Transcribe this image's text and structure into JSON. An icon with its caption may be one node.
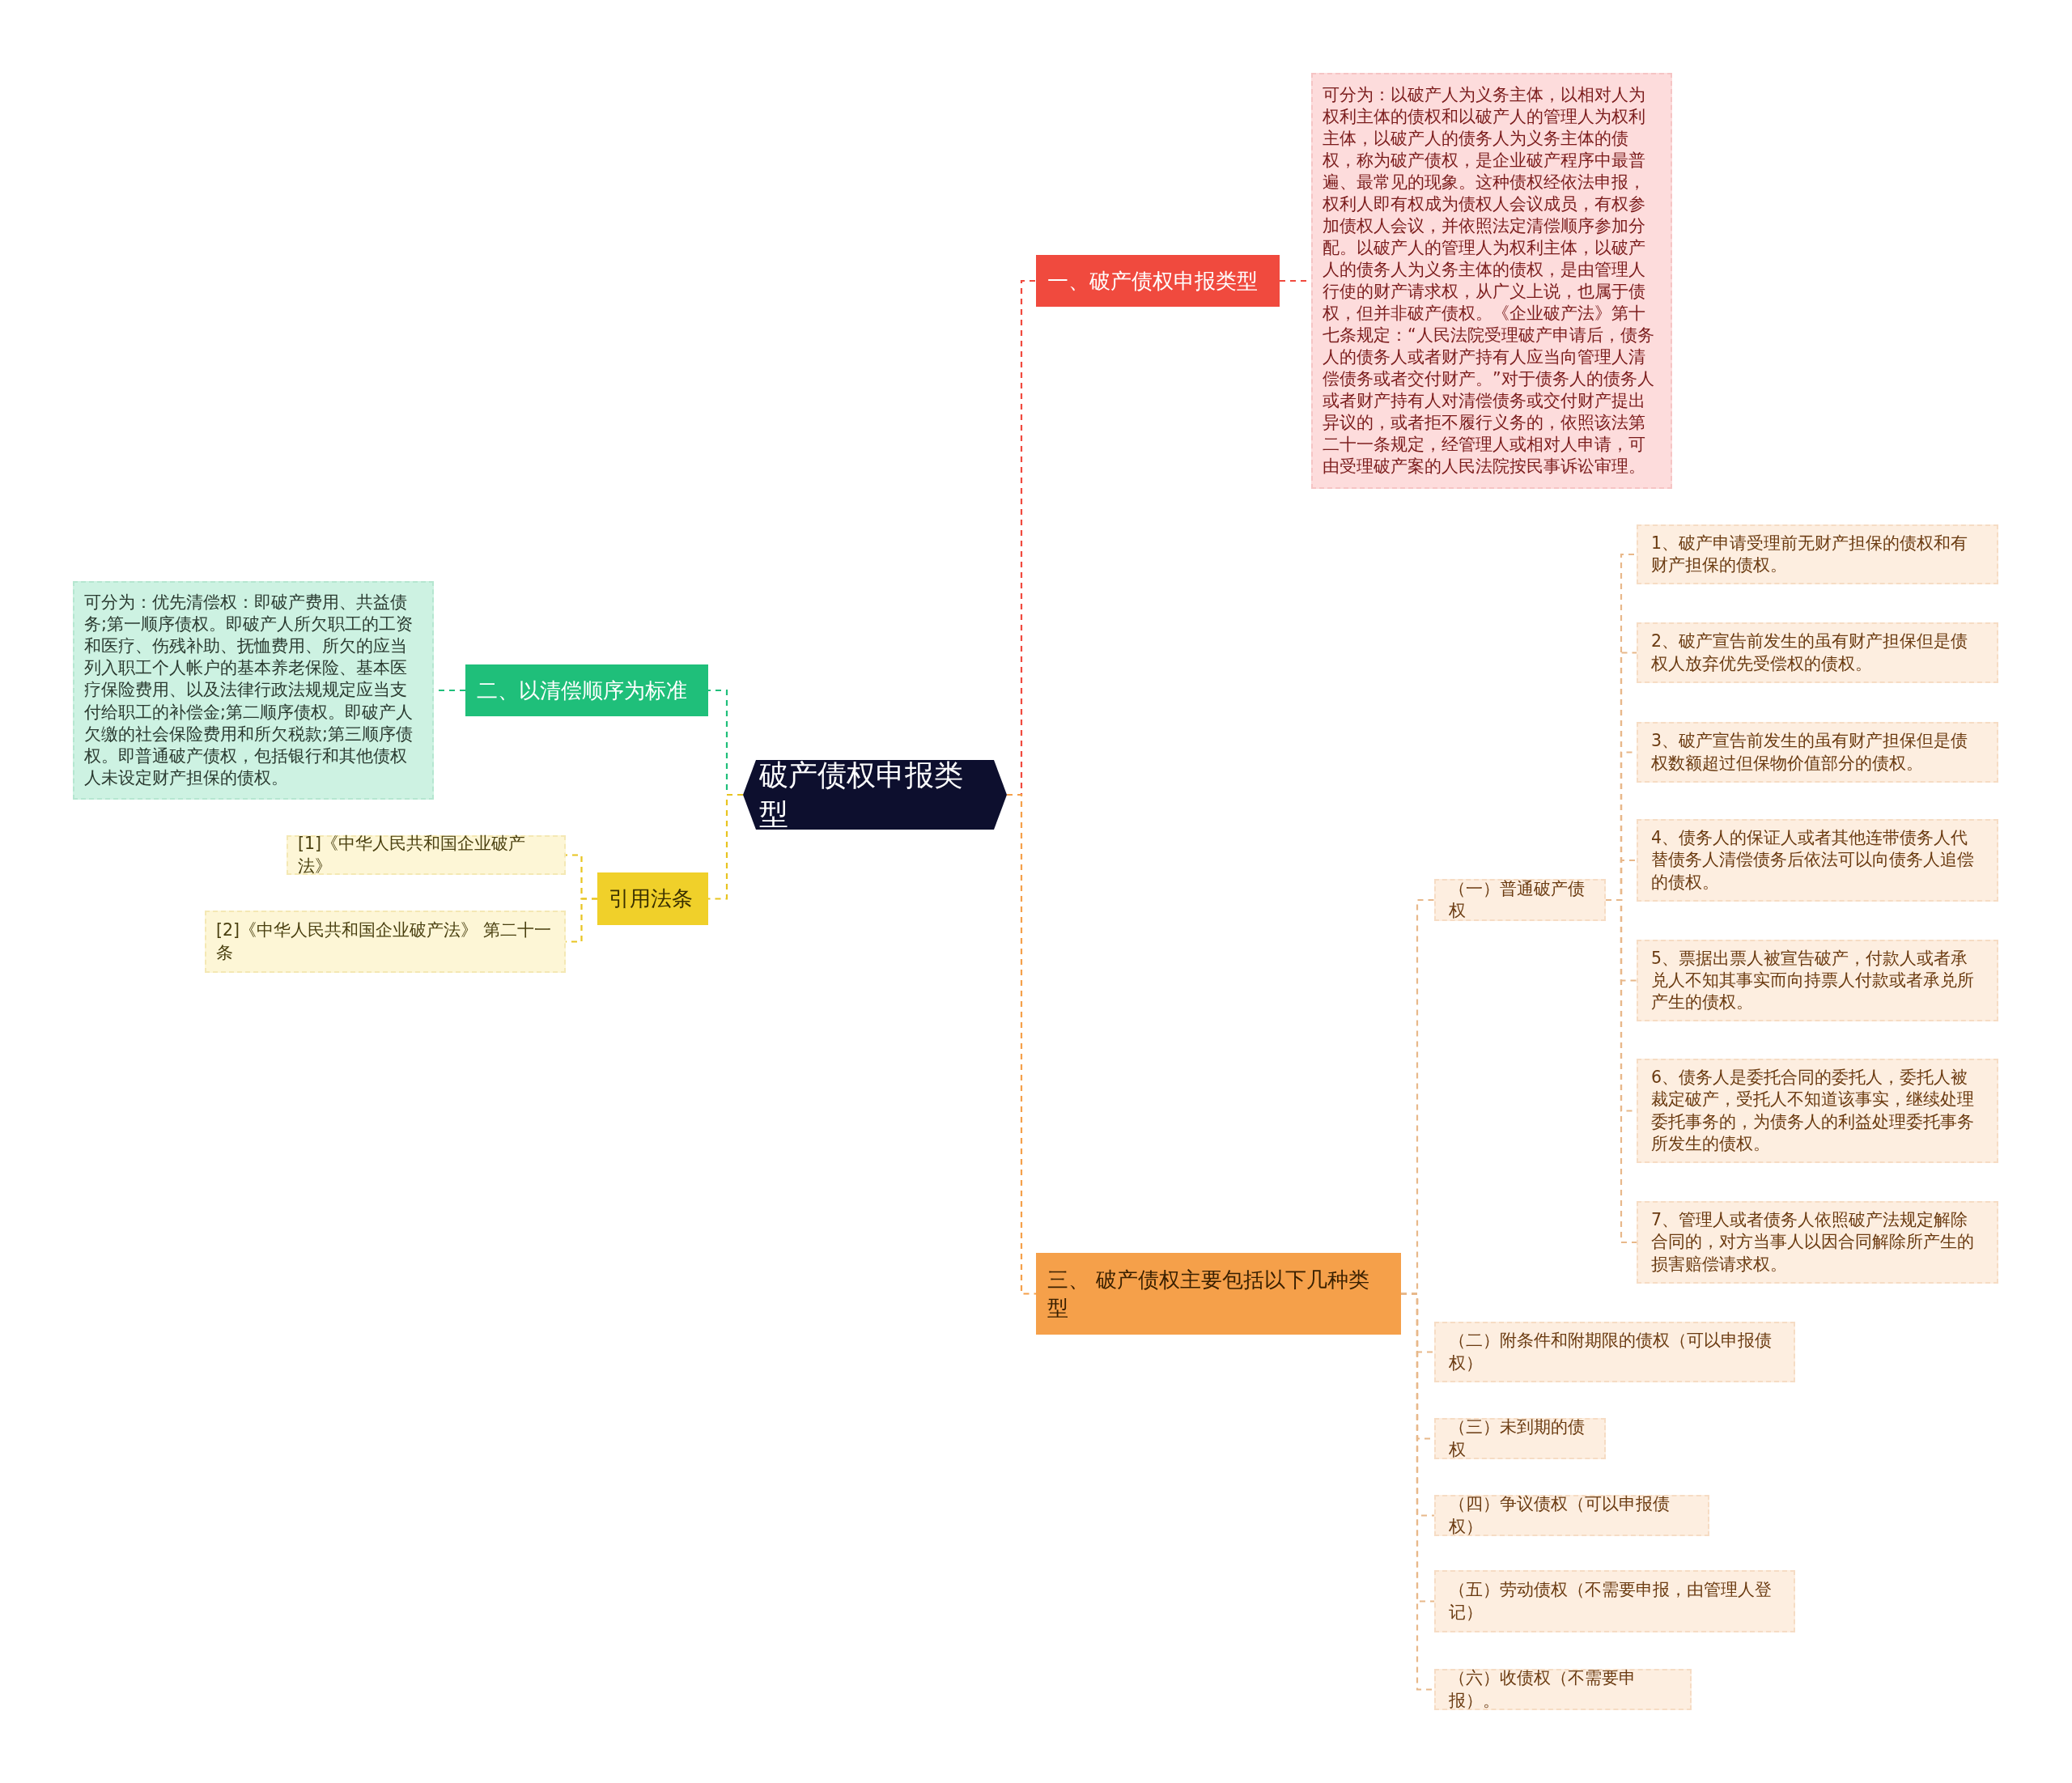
{
  "diagram": {
    "nodes": [
      {
        "text": [
          "破产债权申报类型"
        ]
      },
      {
        "text": [
          "一、破产债权申报类型"
        ]
      },
      {
        "text": [
          "可分为：以破产人为义务主体，以相对人为权利主体的债权和以破产人的管理人为权利主体，以破产人的债务人为义务主体的债权，称为破产债权，是企业破产程序中最普遍、最常见的现象。这种债权经依法申报，权利人即有权成为债权人会议成员，有权参加债权人会议，并依照法定清偿顺序参加分配。以破产人的管理人为权利主体，以破产人的债务人为义务主体的债权，是由管理人行使的财产请求权，从广义上说，也属于债权，但并非破产债权。《企业破产法》第十七条规定：“人民法院受理破产申请后，债务人的债务人或者财产持有人应当向管理人清偿债务或者交付财产。”对于债务人的债务人或者财产持有人对清偿债务或交付财产提出异议的，或者拒不履行义务的，依照该法第二十一条规定，经管理人或相对人申请，可由受理破产案的人民法院按民事诉讼审理。"
        ]
      },
      {
        "text": [
          "二、以清偿顺序为标准"
        ]
      },
      {
        "text": [
          "可分为：优先清偿权：即破产费用、共益债务;第一顺序债权。即破产人所欠职工的工资和医疗、伤残补助、抚恤费用、所欠的应当列入职工个人帐户的基本养老保险、基本医疗保险费用、以及法律行政法规规定应当支付给职工的补偿金;第二顺序债权。即破产人欠缴的社会保险费用和所欠税款;第三顺序债权。即普通破产债权，包括银行和其他债权人未设定财产担保的债权。"
        ]
      },
      {
        "text": [
          "引用法条"
        ]
      },
      {
        "text": [
          "[1]《中华人民共和国企业破产法》"
        ]
      },
      {
        "text": [
          "[2]《中华人民共和国企业破产法》 第二十一条"
        ]
      },
      {
        "text": [
          "三、 破产债权主要包括以下几种类型"
        ]
      },
      {
        "text": [
          "（一）普通破产债权"
        ]
      },
      {
        "text": [
          "1、破产申请受理前无财产担保的债权和有财产担保的债权。"
        ]
      },
      {
        "text": [
          "2、破产宣告前发生的虽有财产担保但是债权人放弃优先受偿权的债权。"
        ]
      },
      {
        "text": [
          "3、破产宣告前发生的虽有财产担保但是债权数额超过但保物价值部分的债权。"
        ]
      },
      {
        "text": [
          "4、债务人的保证人或者其他连带债务人代替债务人清偿债务后依法可以向债务人追偿的债权。"
        ]
      },
      {
        "text": [
          "5、票据出票人被宣告破产，付款人或者承兑人不知其事实而向持票人付款或者承兑所产生的债权。"
        ]
      },
      {
        "text": [
          "6、债务人是委托合同的委托人，委托人被裁定破产，受托人不知道该事实，继续处理委托事务的，为债务人的利益处理委托事务所发生的债权。"
        ]
      },
      {
        "text": [
          "7、管理人或者债务人依照破产法规定解除合同的，对方当事人以因合同解除所产生的损害赔偿请求权。"
        ]
      },
      {
        "text": [
          "（二）附条件和附期限的债权（可以申报债权）"
        ]
      },
      {
        "text": [
          "（三）未到期的债权"
        ]
      },
      {
        "text": [
          "（四）争议债权（可以申报债权）"
        ]
      },
      {
        "text": [
          "（五）劳动债权（不需要申报，由管理人登记）"
        ]
      },
      {
        "text": [
          "（六）收债权（不需要申报）。"
        ]
      }
    ],
    "edges": [
      {
        "from": 0,
        "to": 1,
        "arrow": "none",
        "style": "dashed",
        "color": "#f04a3e"
      },
      {
        "from": 1,
        "to": 2,
        "arrow": "none",
        "style": "dashed",
        "color": "#f04a3e"
      },
      {
        "from": 0,
        "to": 3,
        "arrow": "none",
        "style": "dashed",
        "color": "#1fbf7a"
      },
      {
        "from": 3,
        "to": 4,
        "arrow": "none",
        "style": "dashed",
        "color": "#1fbf7a"
      },
      {
        "from": 0,
        "to": 5,
        "arrow": "none",
        "style": "dashed",
        "color": "#e8c420"
      },
      {
        "from": 5,
        "to": 6,
        "arrow": "none",
        "style": "dashed",
        "color": "#e8c420"
      },
      {
        "from": 5,
        "to": 7,
        "arrow": "none",
        "style": "dashed",
        "color": "#e8c420"
      },
      {
        "from": 0,
        "to": 8,
        "arrow": "none",
        "style": "dashed",
        "color": "#f5a04a"
      },
      {
        "from": 8,
        "to": 9,
        "arrow": "none",
        "style": "dashed",
        "color": "#e8b88a"
      },
      {
        "from": 9,
        "to": 10,
        "arrow": "none",
        "style": "dashed",
        "color": "#e8b88a"
      },
      {
        "from": 9,
        "to": 11,
        "arrow": "none",
        "style": "dashed",
        "color": "#e8b88a"
      },
      {
        "from": 9,
        "to": 12,
        "arrow": "none",
        "style": "dashed",
        "color": "#e8b88a"
      },
      {
        "from": 9,
        "to": 13,
        "arrow": "none",
        "style": "dashed",
        "color": "#e8b88a"
      },
      {
        "from": 9,
        "to": 14,
        "arrow": "none",
        "style": "dashed",
        "color": "#e8b88a"
      },
      {
        "from": 9,
        "to": 15,
        "arrow": "none",
        "style": "dashed",
        "color": "#e8b88a"
      },
      {
        "from": 9,
        "to": 16,
        "arrow": "none",
        "style": "dashed",
        "color": "#e8b88a"
      },
      {
        "from": 8,
        "to": 17,
        "arrow": "none",
        "style": "dashed",
        "color": "#e8b88a"
      },
      {
        "from": 8,
        "to": 18,
        "arrow": "none",
        "style": "dashed",
        "color": "#e8b88a"
      },
      {
        "from": 8,
        "to": 19,
        "arrow": "none",
        "style": "dashed",
        "color": "#e8b88a"
      },
      {
        "from": 8,
        "to": 20,
        "arrow": "none",
        "style": "dashed",
        "color": "#e8b88a"
      },
      {
        "from": 8,
        "to": 21,
        "arrow": "none",
        "style": "dashed",
        "color": "#e8b88a"
      }
    ]
  }
}
